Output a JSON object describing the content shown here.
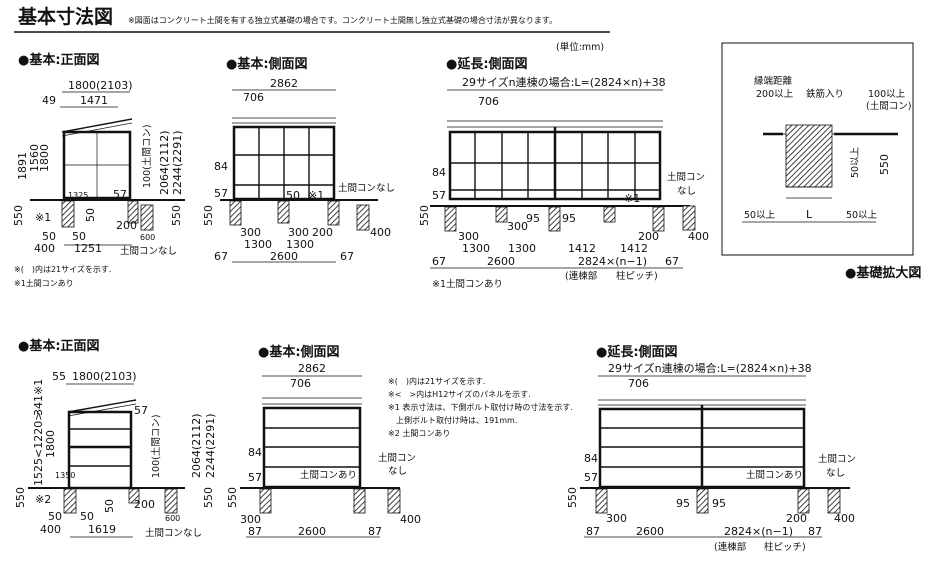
{
  "header": {
    "title": "基本寸法図",
    "note": "※図面はコンクリート土間を有する独立式基礎の場合です。コンクリート土間無し独立式基礎の場合寸法が異なります。",
    "unit": "(単位:mm)"
  },
  "front_top": {
    "title": "●基本:正面図",
    "w": "1800(2103)",
    "d49": "49",
    "d1471": "1471",
    "d1891": "1891",
    "d1560": "1560",
    "d1800": "1800",
    "doma100": "100(土間コン)",
    "h2064": "2064(2112)",
    "h2244": "2244(2291)",
    "d550l": "550",
    "d550r": "550",
    "mark1": "※1",
    "d1325": "1325",
    "d57": "57",
    "d50v": "50",
    "d200": "200",
    "d50a": "50",
    "d50b": "50",
    "d400": "400",
    "d1251": "1251",
    "d600": "600",
    "nodoma": "土間コンなし",
    "note1": "※(　)内は21サイズを示す.",
    "note2": "※1土間コンあり"
  },
  "side_top": {
    "title": "●基本:側面図",
    "d2862": "2862",
    "d706": "706",
    "d84": "84",
    "d57": "57",
    "d550": "550",
    "d50": "50",
    "mark1": "※1",
    "nodoma": "土間コンなし",
    "d300a": "300",
    "d300b": "300",
    "d200": "200",
    "d1300a": "1300",
    "d1300b": "1300",
    "d2600": "2600",
    "d67a": "67",
    "d67b": "67",
    "d400": "400"
  },
  "ext_top": {
    "title": "●延長:側面図",
    "formula": "29サイズn連棟の場合:L=(2824×n)+38",
    "d706": "706",
    "d84": "84",
    "d57": "57",
    "d550": "550",
    "d300a": "300",
    "d300b": "300",
    "d95a": "95",
    "d95b": "95",
    "mark1": "※1",
    "doma": "土間コン",
    "nashi": "なし",
    "d200": "200",
    "d400": "400",
    "d1300a": "1300",
    "d1300b": "1300",
    "d1412a": "1412",
    "d1412b": "1412",
    "d67a": "67",
    "d2600": "2600",
    "pitch": "2824×(n−1)",
    "d67b": "67",
    "renmune": "(連棟部",
    "hashira": "柱ピッチ)",
    "note": "※1土間コンあり"
  },
  "detail": {
    "title": "●基礎拡大図",
    "edge": "縁端距離",
    "edge200": "200以上",
    "rebar": "鉄筋入り",
    "d100": "100以上",
    "doma": "(土間コン)",
    "d50v": "50以上",
    "d550": "550",
    "d50l": "50以上",
    "L": "L",
    "d50r": "50以上"
  },
  "front_bot": {
    "title": "●基本:正面図",
    "d55": "55",
    "w": "1800(2103)",
    "d341": "341※1",
    "d1525": "1525<1220>",
    "d1800": "1800",
    "d1350": "1350",
    "d57": "57",
    "doma100": "100(土間コン)",
    "h2064": "2064(2112)",
    "h2244": "2244(2291)",
    "d550l": "550",
    "mark2": "※2",
    "d50v": "50",
    "d200": "200",
    "d550r": "550",
    "d50a": "50",
    "d50b": "50",
    "d400": "400",
    "d1619": "1619",
    "d600": "600",
    "nodoma": "土間コンなし"
  },
  "notes_bot": [
    "※(　)内は21サイズを示す.",
    "※<　>内はH12サイズのパネルを示す.",
    "※1 表示寸法は、下側ボルト取付け時の寸法を示す.",
    "　上側ボルト取付け時は、191mm.",
    "※2 土間コンあり"
  ],
  "side_bot": {
    "title": "●基本:側面図",
    "d2862": "2862",
    "d706": "706",
    "d84": "84",
    "d57": "57",
    "doma_ari": "土間コンあり",
    "doma": "土間コン",
    "nashi": "なし",
    "d550": "550",
    "d300": "300",
    "d2600": "2600",
    "d87a": "87",
    "d87b": "87",
    "d400": "400"
  },
  "ext_bot": {
    "title": "●延長:側面図",
    "formula": "29サイズn連棟の場合:L=(2824×n)+38",
    "d706": "706",
    "d84": "84",
    "d57": "57",
    "doma": "土間コン",
    "nashi": "なし",
    "doma_ari": "土間コンあり",
    "d550": "550",
    "d95a": "95",
    "d95b": "95",
    "d300": "300",
    "d200": "200",
    "d400": "400",
    "d87a": "87",
    "d2600": "2600",
    "pitch": "2824×(n−1)",
    "d87b": "87",
    "renmune": "(連棟部",
    "hashira": "柱ピッチ)"
  }
}
